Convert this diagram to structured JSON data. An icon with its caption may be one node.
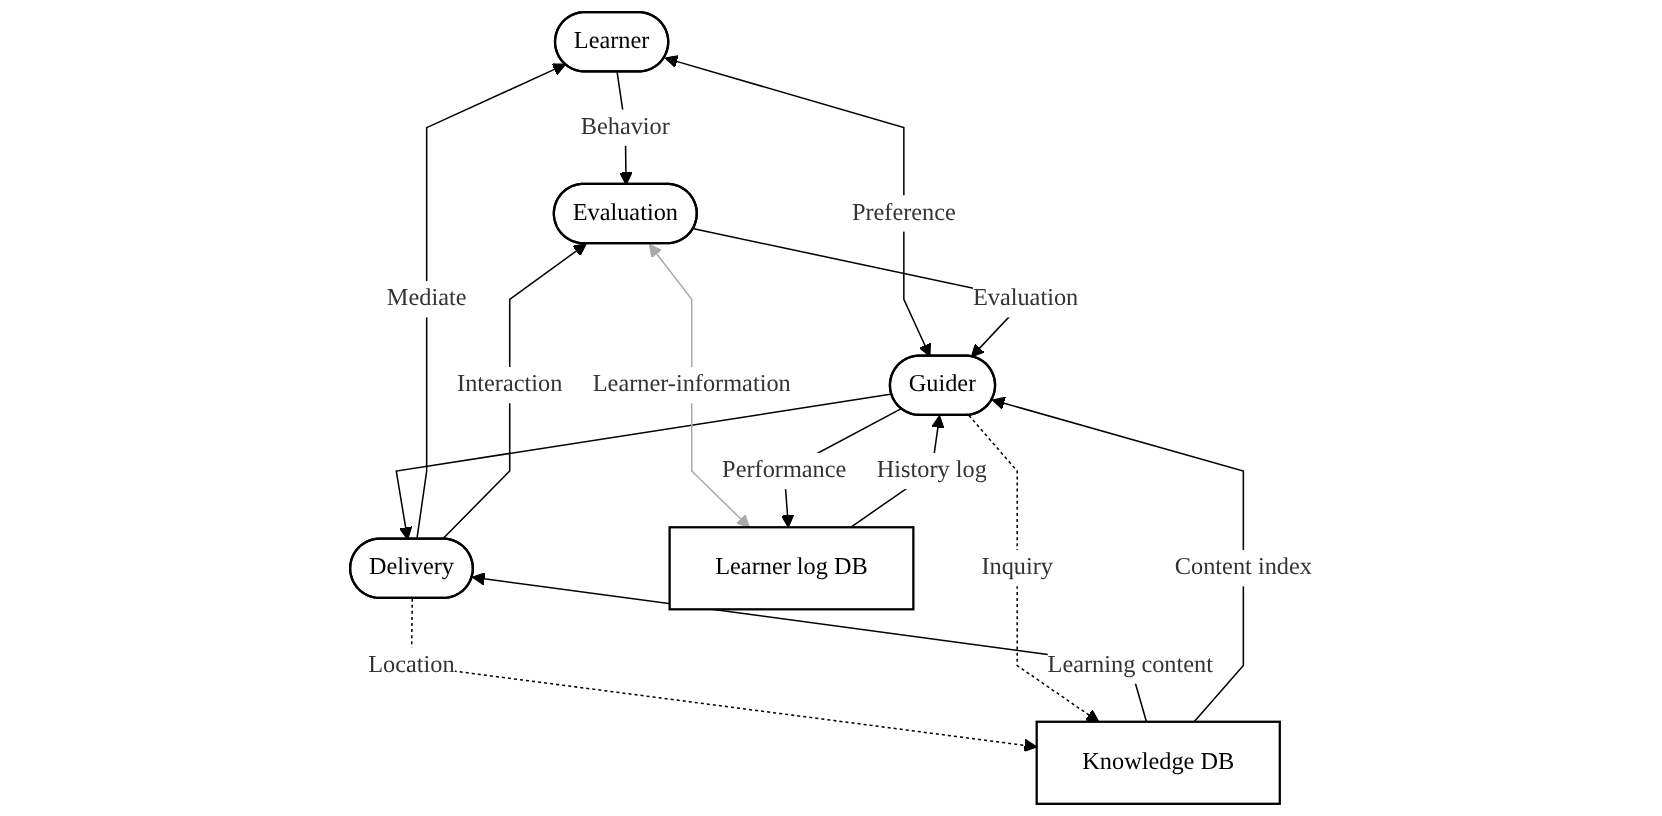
{
  "diagram": {
    "nodes": [
      {
        "text": [
          "Learner"
        ]
      },
      {
        "text": [
          "Delivery"
        ]
      },
      {
        "text": [
          "Evaluation"
        ]
      },
      {
        "text": [
          "Knowledge DB"
        ]
      },
      {
        "text": [
          "Guider"
        ]
      },
      {
        "text": [
          "Learner log DB"
        ]
      }
    ],
    "edges": [
      {
        "from": 1,
        "to": 0,
        "arrow": "to",
        "label": "Mediate"
      },
      {
        "from": 0,
        "to": 2,
        "arrow": "to",
        "label": "Behavior"
      },
      {
        "from": 1,
        "to": 2,
        "arrow": "to",
        "label": "Interaction"
      },
      {
        "from": 0,
        "to": 4,
        "arrow": "both",
        "label": "Preference"
      },
      {
        "from": 2,
        "to": 4,
        "arrow": "to",
        "label": "Evaluation"
      },
      {
        "from": 4,
        "to": 1,
        "arrow": "to"
      },
      {
        "from": 3,
        "to": 1,
        "arrow": "to",
        "label": "Learning content"
      },
      {
        "from": 1,
        "to": 3,
        "arrow": "to",
        "label": "Location",
        "style": "dashed"
      },
      {
        "from": 3,
        "to": 4,
        "arrow": "to",
        "label": "Content index"
      },
      {
        "from": 4,
        "to": 3,
        "arrow": "to",
        "label": "Inquiry",
        "style": "dashed"
      },
      {
        "from": 2,
        "to": 5,
        "arrow": "both",
        "label": "Learner-information",
        "color": "#aaaaaa"
      },
      {
        "from": 5,
        "to": 4,
        "arrow": "to",
        "label": "History log"
      },
      {
        "from": 4,
        "to": 5,
        "arrow": "to",
        "label": "Performance"
      }
    ]
  }
}
